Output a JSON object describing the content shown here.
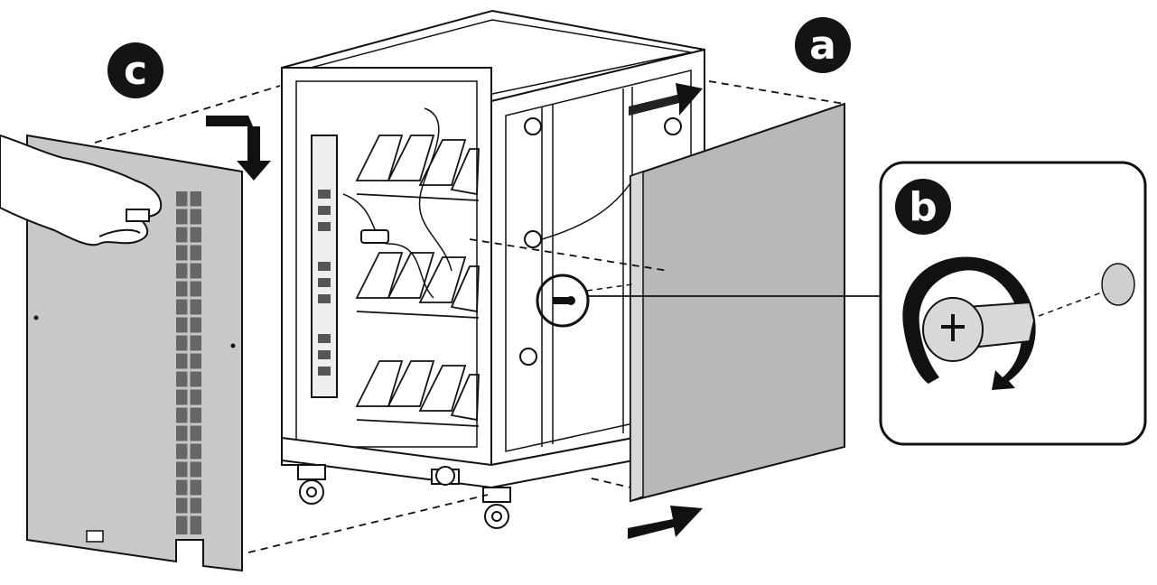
{
  "labels": {
    "a": "a",
    "b": "b",
    "c": "c"
  },
  "colors": {
    "ink": "#111111",
    "panel": "#c8c8c8",
    "panel_dark": "#b4b4b4",
    "badge": "#141414",
    "background": "#ffffff"
  },
  "icons": {
    "screw": "phillips-screw-icon",
    "rotate": "clockwise-rotate-arrow-icon",
    "hand": "hand-icon"
  }
}
